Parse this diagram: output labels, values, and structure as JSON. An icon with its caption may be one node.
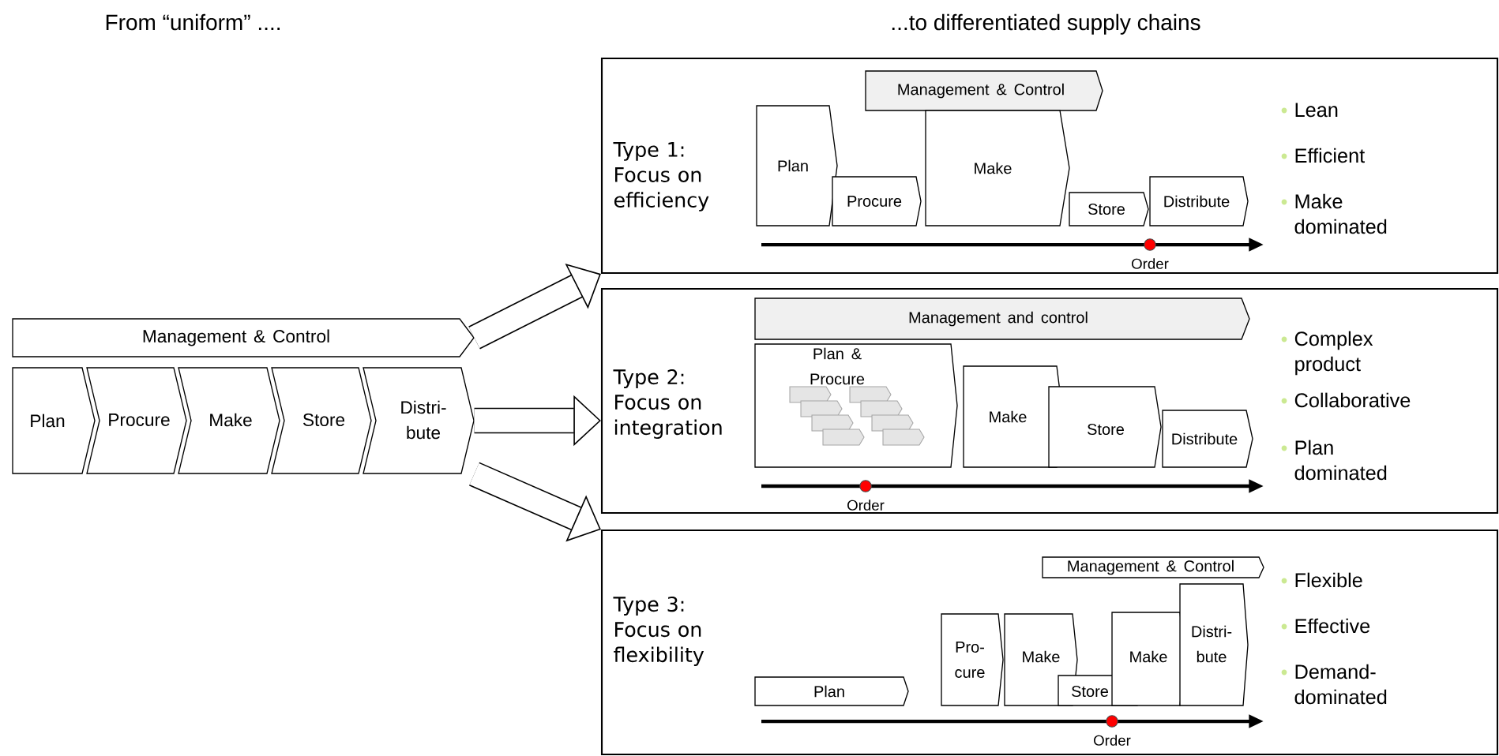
{
  "diagram": {
    "nodes": [
      {
        "text": [
          "Management & Control"
        ]
      },
      {
        "text": [
          "Plan"
        ]
      },
      {
        "text": [
          "Procure"
        ]
      },
      {
        "text": [
          "Make"
        ]
      },
      {
        "text": [
          "Store"
        ]
      },
      {
        "text": [
          "Distri- bute"
        ]
      },
      {
        "text": [
          "Type 1: Focus on efficiency",
          "Lean",
          "Efficient",
          "Make dominated"
        ]
      },
      {
        "text": [
          "Management & Control"
        ],
        "in": 6
      },
      {
        "text": [
          "Plan"
        ],
        "in": 6
      },
      {
        "text": [
          "Procure"
        ],
        "in": 6
      },
      {
        "text": [
          "Make"
        ],
        "in": 6
      },
      {
        "text": [
          "Store"
        ],
        "in": 6
      },
      {
        "text": [
          "Distribute"
        ],
        "in": 6
      },
      {
        "text": [
          "Type 2: Focus on integration",
          "Complex product",
          "Collaborative",
          "Plan dominated"
        ]
      },
      {
        "text": [
          "Management and control"
        ],
        "in": 13
      },
      {
        "text": [
          "Plan & Procure"
        ],
        "in": 13
      },
      {
        "text": [
          "Make"
        ],
        "in": 13
      },
      {
        "text": [
          "Store"
        ],
        "in": 13
      },
      {
        "text": [
          "Distribute"
        ],
        "in": 13
      },
      {
        "text": [
          "Type 3: Focus on flexibility",
          "Flexible",
          "Effective",
          "Demand- dominated"
        ]
      },
      {
        "text": [
          "Management & Control"
        ],
        "in": 19
      },
      {
        "text": [
          "Plan"
        ],
        "in": 19
      },
      {
        "text": [
          "Pro- cure"
        ],
        "in": 19
      },
      {
        "text": [
          "Make"
        ],
        "in": 19
      },
      {
        "text": [
          "Store"
        ],
        "in": 19
      },
      {
        "text": [
          "Make"
        ],
        "in": 19
      },
      {
        "text": [
          "Distri- bute"
        ],
        "in": 19
      }
    ],
    "edges": [
      {
        "from": 0,
        "to": 6,
        "arrow": "to"
      },
      {
        "from": 5,
        "to": 13,
        "arrow": "to"
      },
      {
        "from": 5,
        "to": 19,
        "arrow": "to"
      }
    ],
    "labels": [
      "From “uniform” ....",
      "...to differentiated supply chains",
      "Order",
      "Order",
      "Order"
    ]
  }
}
